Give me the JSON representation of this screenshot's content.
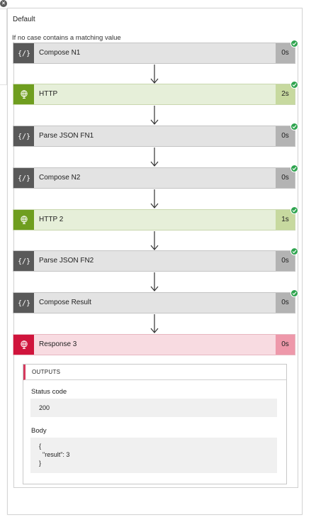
{
  "panel": {
    "title": "Default",
    "subtitle": "If no case contains a matching value"
  },
  "actions": [
    {
      "label": "Compose N1",
      "duration": "0s",
      "kind": "compose",
      "status": "succeeded"
    },
    {
      "label": "HTTP",
      "duration": "2s",
      "kind": "http",
      "status": "succeeded"
    },
    {
      "label": "Parse JSON FN1",
      "duration": "0s",
      "kind": "compose",
      "status": "succeeded"
    },
    {
      "label": "Compose N2",
      "duration": "0s",
      "kind": "compose",
      "status": "succeeded"
    },
    {
      "label": "HTTP 2",
      "duration": "1s",
      "kind": "http",
      "status": "succeeded"
    },
    {
      "label": "Parse JSON FN2",
      "duration": "0s",
      "kind": "compose",
      "status": "succeeded"
    },
    {
      "label": "Compose Result",
      "duration": "0s",
      "kind": "compose",
      "status": "succeeded"
    },
    {
      "label": "Response 3",
      "duration": "0s",
      "kind": "response",
      "status": "expanded"
    }
  ],
  "outputs": {
    "header": "OUTPUTS",
    "status_code_label": "Status code",
    "status_code_value": "200",
    "body_label": "Body",
    "body_lines": [
      "{",
      "  \"result\": 3",
      "}"
    ]
  },
  "colors": {
    "compose_icon": "#595959",
    "http_icon": "#6f9e1f",
    "response_icon": "#d0143c",
    "success_check": "#2fa44f"
  },
  "icons": {
    "compose": "curly-braces-icon",
    "http": "globe-icon",
    "response": "globe-icon",
    "status": "checkmark-icon",
    "close": "close-icon"
  }
}
